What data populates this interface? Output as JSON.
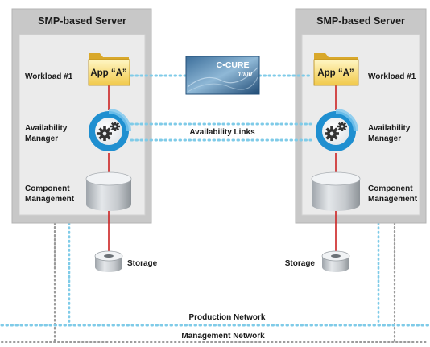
{
  "servers": [
    {
      "title": "SMP-based Server",
      "workload_label": "Workload #1",
      "app_label": "App “A”",
      "availability_label": [
        "Availability",
        "Manager"
      ],
      "component_label": [
        "Component",
        "Management"
      ],
      "storage_label": "Storage"
    },
    {
      "title": "SMP-based Server",
      "workload_label": "Workload #1",
      "app_label": "App “A”",
      "availability_label": [
        "Availability",
        "Manager"
      ],
      "component_label": [
        "Component",
        "Management"
      ],
      "storage_label": "Storage"
    }
  ],
  "links": {
    "availability_links": "Availability Links"
  },
  "logo": {
    "text": "C•CURE",
    "subtext": "1000"
  },
  "networks": {
    "production": "Production Network",
    "management": "Management Network"
  },
  "colors": {
    "server_fill": "#c8c8c8",
    "server_inner": "#ebebeb",
    "production_dots": "#7fcbe8",
    "management_dots": "#9a9a9a",
    "vertical_line": "#cc2222",
    "availability_blue": "#1f8fd0"
  }
}
